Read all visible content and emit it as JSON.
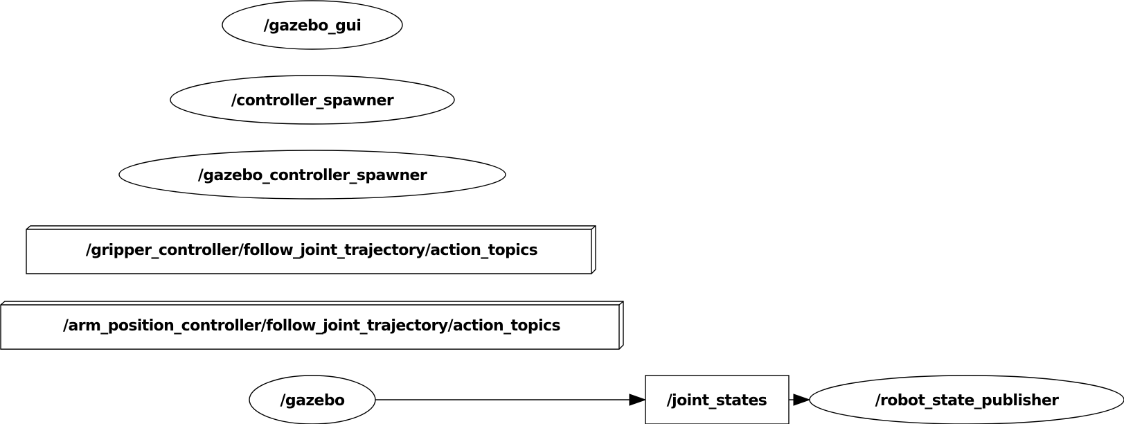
{
  "graph": {
    "nodes": {
      "gazebo_gui": {
        "label": "/gazebo_gui",
        "kind": "node"
      },
      "controller_spawner": {
        "label": "/controller_spawner",
        "kind": "node"
      },
      "gazebo_controller_spawner": {
        "label": "/gazebo_controller_spawner",
        "kind": "node"
      },
      "gripper_action_topics": {
        "label": "/gripper_controller/follow_joint_trajectory/action_topics",
        "kind": "topic-group"
      },
      "arm_action_topics": {
        "label": "/arm_position_controller/follow_joint_trajectory/action_topics",
        "kind": "topic-group"
      },
      "gazebo": {
        "label": "/gazebo",
        "kind": "node"
      },
      "joint_states": {
        "label": "/joint_states",
        "kind": "topic"
      },
      "robot_state_publisher": {
        "label": "/robot_state_publisher",
        "kind": "node"
      }
    },
    "edges": [
      {
        "from": "gazebo",
        "to": "joint_states"
      },
      {
        "from": "joint_states",
        "to": "robot_state_publisher"
      }
    ]
  }
}
